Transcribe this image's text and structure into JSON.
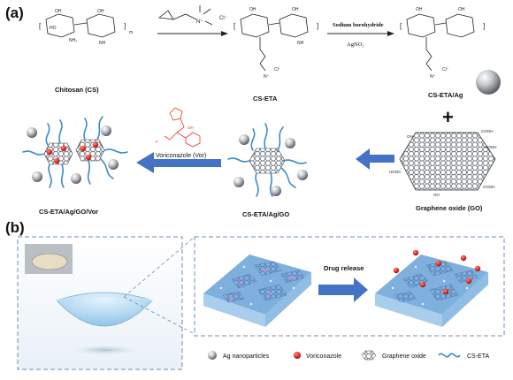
{
  "panel_a": {
    "label": "(a)",
    "reagent_top": "Sodium borohydride",
    "reagent_bottom": "AgNO₃",
    "names": {
      "cs": "Chitosan (CS)",
      "cs_eta": "CS-ETA",
      "cs_eta_ag": "CS-ETA/Ag",
      "go": "Graphene oxide (GO)",
      "cs_eta_ag_go": "CS-ETA/Ag/GO",
      "cs_eta_ag_go_vor": "CS-ETA/Ag/GO/Vor",
      "vor": "Voriconazole (Vor)"
    },
    "plus": "+",
    "chem": {
      "cl": "Cl⁻",
      "n_plus": "N⁺",
      "nh2": "NH₂",
      "nh": "NH",
      "oh": "OH",
      "ho": "HO",
      "o": "O",
      "n_sub": "n",
      "m_sub": "m",
      "cooh": "COOH"
    }
  },
  "panel_b": {
    "label": "(b)",
    "drug_release": "Drug release",
    "legend": [
      {
        "icon": "ag-sphere",
        "label": "Ag nanoparticles"
      },
      {
        "icon": "red-dot",
        "label": "Voriconazole"
      },
      {
        "icon": "graphene-hex",
        "label": "Graphene oxide"
      },
      {
        "icon": "wavy-line",
        "label": "CS-ETA"
      }
    ]
  },
  "colors": {
    "arrow_blue": "#4472c4",
    "chain_blue": "#3d8ac9",
    "vor_red": "#e8352b",
    "panel_border": "#6f8fb0",
    "film_top": "#7fb0dd",
    "film_side": "#a9cdec"
  }
}
